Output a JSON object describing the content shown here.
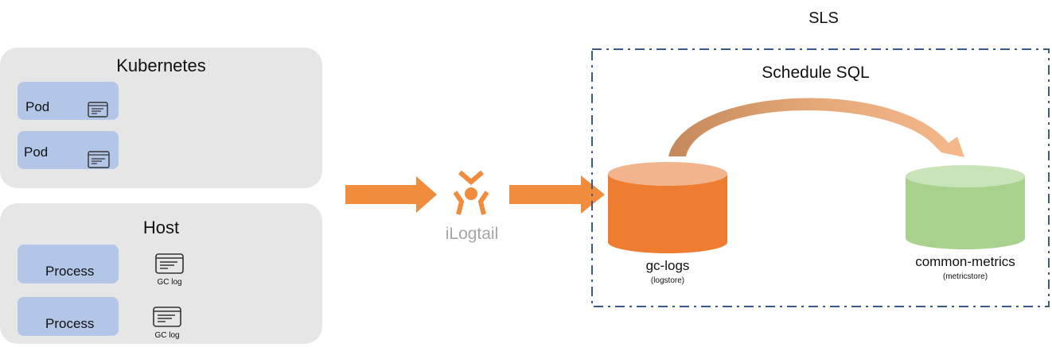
{
  "kubernetes": {
    "title": "Kubernetes",
    "pods": [
      {
        "label": "Pod"
      },
      {
        "label": "Pod"
      }
    ]
  },
  "host": {
    "title": "Host",
    "processes": [
      {
        "label": "Process",
        "log_label": "GC log"
      },
      {
        "label": "Process",
        "log_label": "GC log"
      }
    ]
  },
  "agent": {
    "name": "iLogtail"
  },
  "sls": {
    "title": "SLS",
    "job_label": "Schedule SQL",
    "stores": [
      {
        "name": "gc-logs",
        "kind": "(logstore)"
      },
      {
        "name": "common-metrics",
        "kind": "(metricstore)"
      }
    ]
  },
  "colors": {
    "orange": "#f08c3c",
    "orange_top": "#f2b48c",
    "green": "#a9d18e",
    "green_top": "#c5e0b4",
    "node_blue": "#b3c6e7",
    "group_gray": "#e6e6e6",
    "frame_blue": "#3a5a8a"
  }
}
